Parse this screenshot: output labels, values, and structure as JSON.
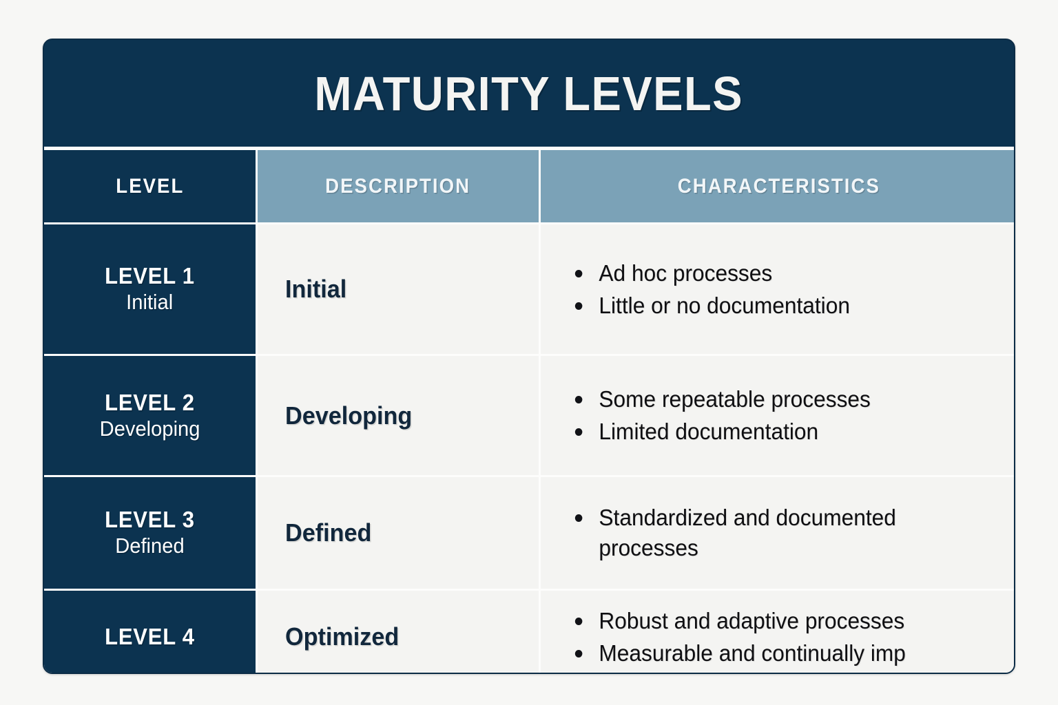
{
  "card": {
    "title": "MATURITY LEVELS",
    "colors": {
      "navy": "#0c3350",
      "steel_blue": "#7ba2b7",
      "cell_bg": "#f4f4f2",
      "page_bg": "#f7f7f5",
      "text_light": "#f4f4f2",
      "text_dark": "#11273c"
    }
  },
  "table": {
    "headers": {
      "level": "LEVEL",
      "description": "DESCRIPTION",
      "characteristics": "CHARACTERISTICS"
    },
    "rows": [
      {
        "level_title": "LEVEL 1",
        "level_sub": "Initial",
        "description": "Initial",
        "characteristics": [
          "Ad hoc processes",
          "Little or no documentation"
        ]
      },
      {
        "level_title": "LEVEL 2",
        "level_sub": "Developing",
        "description": "Developing",
        "characteristics": [
          "Some repeatable processes",
          "Limited documentation"
        ]
      },
      {
        "level_title": "LEVEL 3",
        "level_sub": "Defined",
        "description": "Defined",
        "characteristics": [
          "Standardized and documented processes"
        ]
      },
      {
        "level_title": "LEVEL 4",
        "level_sub": "",
        "description": "Optimized",
        "characteristics": [
          "Robust and adaptive processes",
          "Measurable and continually imp"
        ]
      }
    ]
  }
}
